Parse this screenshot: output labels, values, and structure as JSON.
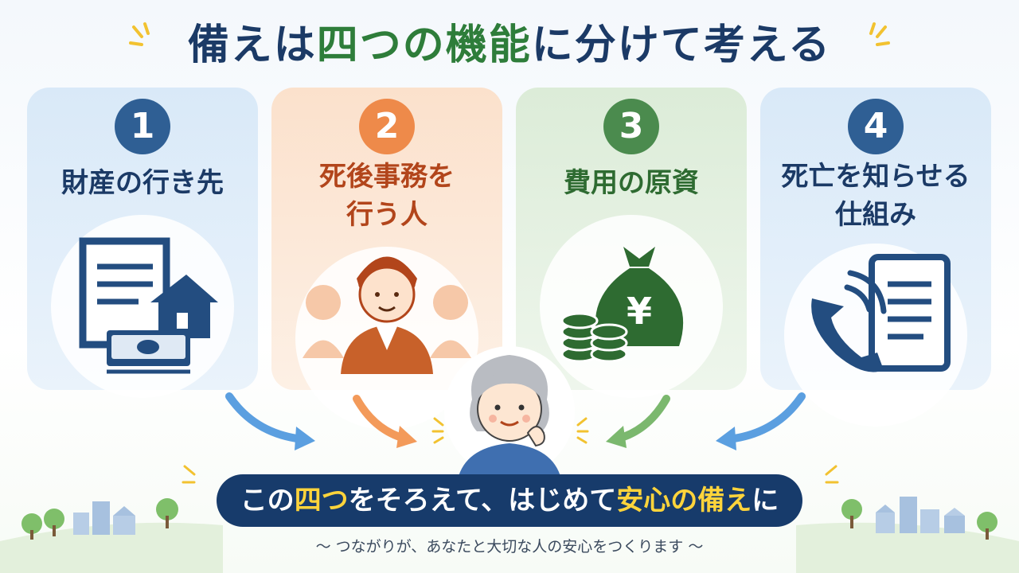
{
  "title": {
    "part1": "備えは",
    "highlight": "四つの機能",
    "part2": "に分けて考える"
  },
  "cards": [
    {
      "number": "1",
      "label": "財産の行き先",
      "icon": "document-house-money-icon"
    },
    {
      "number": "2",
      "label": "死後事務を\n行う人",
      "icon": "people-icon"
    },
    {
      "number": "3",
      "label": "費用の原資",
      "icon": "yen-moneybag-icon"
    },
    {
      "number": "4",
      "label": "死亡を知らせる\n仕組み",
      "icon": "phone-document-icon"
    }
  ],
  "banner": {
    "part1": "この",
    "highlight1": "四つ",
    "part2": "をそろえて、はじめて",
    "highlight2": "安心の備え",
    "part3": "に"
  },
  "subtitle": "～ つながりが、あなたと大切な人の安心をつくります ～",
  "colors": {
    "navy": "#1b3a66",
    "green": "#2e7d3a",
    "orange": "#ee8a4a",
    "yellow": "#ffd43b"
  }
}
